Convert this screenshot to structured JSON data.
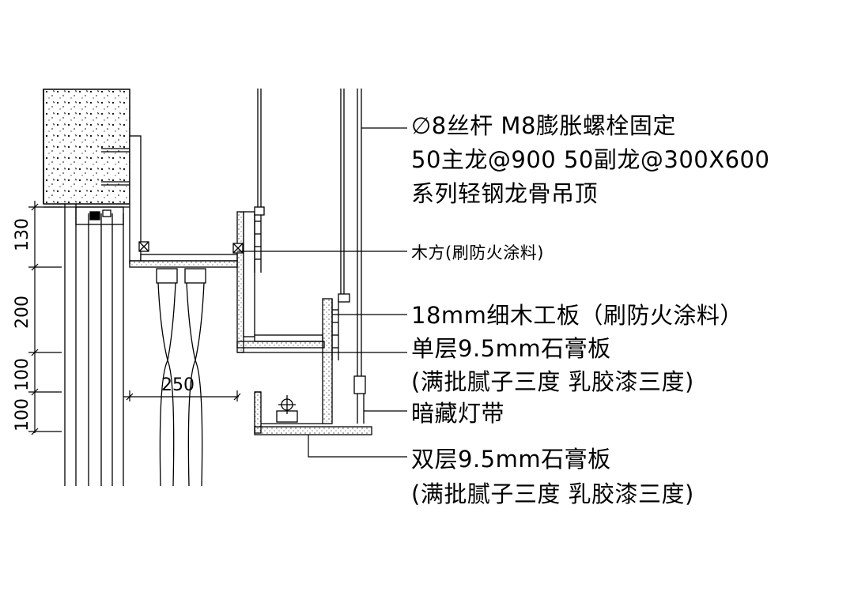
{
  "labels": {
    "rod_line1": "∅8丝杆  M8膨胀螺栓固定",
    "rod_line2": "50主龙@900    50副龙@300X600",
    "rod_line3": "系列轻钢龙骨吊顶",
    "wood_block": "木方(刷防火涂料)",
    "plywood": "18mm细木工板（刷防火涂料）",
    "single_gypsum": "单层9.5mm石膏板",
    "single_finish": "(满批腻子三度  乳胶漆三度)",
    "hidden_light": "暗藏灯带",
    "double_gypsum": "双层9.5mm石膏板",
    "double_finish": "(满批腻子三度  乳胶漆三度)"
  },
  "dimensions": {
    "d130": "130",
    "d200": "200",
    "d100a": "100",
    "d100b": "100",
    "d250": "250"
  },
  "colors": {
    "line": "#000000",
    "background": "#ffffff"
  }
}
